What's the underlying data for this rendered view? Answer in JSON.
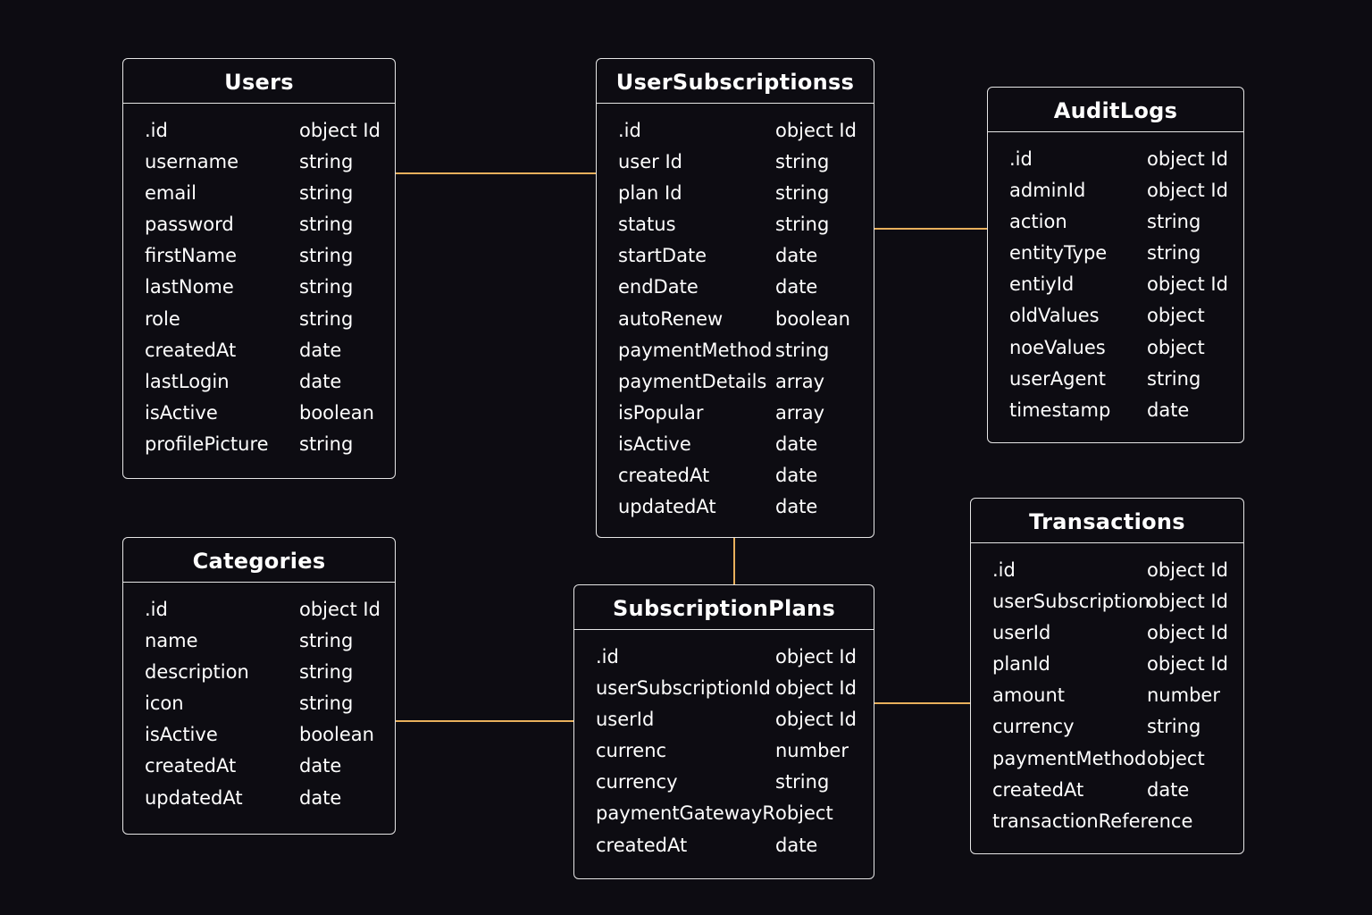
{
  "colors": {
    "background": "#0d0c12",
    "box_border": "#e6e6e6",
    "connector": "#e8b05c",
    "text": "#ffffff"
  },
  "entities": {
    "users": {
      "title": "Users",
      "fields": [
        {
          "name": ".id",
          "type": "object Id"
        },
        {
          "name": "username",
          "type": "string"
        },
        {
          "name": "email",
          "type": "string"
        },
        {
          "name": "password",
          "type": "string"
        },
        {
          "name": "firstName",
          "type": "string"
        },
        {
          "name": "lastNome",
          "type": "string"
        },
        {
          "name": "role",
          "type": "string"
        },
        {
          "name": "createdAt",
          "type": "date"
        },
        {
          "name": "lastLogin",
          "type": "date"
        },
        {
          "name": "isActive",
          "type": "boolean"
        },
        {
          "name": "profilePicture",
          "type": "string"
        }
      ]
    },
    "usersubs": {
      "title": "UserSubscriptionss",
      "fields": [
        {
          "name": ".id",
          "type": "object Id"
        },
        {
          "name": "user Id",
          "type": "string"
        },
        {
          "name": "plan Id",
          "type": "string"
        },
        {
          "name": "status",
          "type": "string"
        },
        {
          "name": "startDate",
          "type": "date"
        },
        {
          "name": "endDate",
          "type": "date"
        },
        {
          "name": "autoRenew",
          "type": "boolean"
        },
        {
          "name": "paymentMethod",
          "type": "string"
        },
        {
          "name": "paymentDetails",
          "type": "array"
        },
        {
          "name": "isPopular",
          "type": "array"
        },
        {
          "name": "isActive",
          "type": "date"
        },
        {
          "name": "createdAt",
          "type": "date"
        },
        {
          "name": "updatedAt",
          "type": "date"
        }
      ]
    },
    "audit": {
      "title": "AuditLogs",
      "fields": [
        {
          "name": ".id",
          "type": "object Id"
        },
        {
          "name": "adminId",
          "type": "object Id"
        },
        {
          "name": "action",
          "type": "string"
        },
        {
          "name": "entityType",
          "type": "string"
        },
        {
          "name": "entiyId",
          "type": "object Id"
        },
        {
          "name": "oldValues",
          "type": "object"
        },
        {
          "name": "noeValues",
          "type": "object"
        },
        {
          "name": "userAgent",
          "type": "string"
        },
        {
          "name": "timestamp",
          "type": "date"
        }
      ]
    },
    "categories": {
      "title": "Categories",
      "fields": [
        {
          "name": ".id",
          "type": "object Id"
        },
        {
          "name": "name",
          "type": "string"
        },
        {
          "name": "description",
          "type": "string"
        },
        {
          "name": "icon",
          "type": "string"
        },
        {
          "name": "isActive",
          "type": "boolean"
        },
        {
          "name": "createdAt",
          "type": "date"
        },
        {
          "name": "updatedAt",
          "type": "date"
        }
      ]
    },
    "plans": {
      "title": "SubscriptionPlans",
      "fields": [
        {
          "name": ".id",
          "type": "object Id"
        },
        {
          "name": "userSubscriptionId",
          "type": "object Id"
        },
        {
          "name": "userId",
          "type": "object Id"
        },
        {
          "name": "currenc",
          "type": "number"
        },
        {
          "name": "currency",
          "type": "string"
        },
        {
          "name": "paymentGatewayR",
          "type": "object"
        },
        {
          "name": "createdAt",
          "type": "date"
        }
      ]
    },
    "transactions": {
      "title": "Transactions",
      "fields": [
        {
          "name": ".id",
          "type": "object Id"
        },
        {
          "name": "userSubscription",
          "type": "object Id"
        },
        {
          "name": "userId",
          "type": "object Id"
        },
        {
          "name": "planId",
          "type": "object Id"
        },
        {
          "name": "amount",
          "type": "number"
        },
        {
          "name": "currency",
          "type": "string"
        },
        {
          "name": "paymentMethod",
          "type": "object"
        },
        {
          "name": "createdAt",
          "type": "date"
        },
        {
          "name": "transactionReference",
          "type": ""
        }
      ]
    }
  },
  "relationships": [
    {
      "from": "users",
      "to": "usersubs"
    },
    {
      "from": "usersubs",
      "to": "audit"
    },
    {
      "from": "usersubs",
      "to": "plans"
    },
    {
      "from": "categories",
      "to": "plans"
    },
    {
      "from": "plans",
      "to": "transactions"
    }
  ]
}
